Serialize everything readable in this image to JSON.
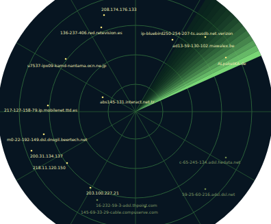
{
  "diagram": {
    "labels": [
      "208.174.176.133",
      "136-237-406.red.retevision.es",
      "ip-bluebird250-254-207-ts.ausdb.net.verizon",
      "ad13-59-130-102.mawalex.be",
      "ALpaketKA.de",
      "u7537-ipx09-kamd-nantama.ocn.ne.jp",
      "abs145-131.interact.net.tr",
      "217-127-158-79.ip.mobilenet.ttd.es",
      "m0-22-192-149.dsl.dnsgil.beertech.net",
      "200.31.134.137",
      "218.11.120.150",
      "c-65-245-134.adsl.hedata.net",
      "203.100.227.21",
      "59-25-60-216.adsl.dsl.net",
      "16-232-59-3-adsl.thpoint.com",
      "145-69-33-29-cable.compuserve.com"
    ]
  }
}
